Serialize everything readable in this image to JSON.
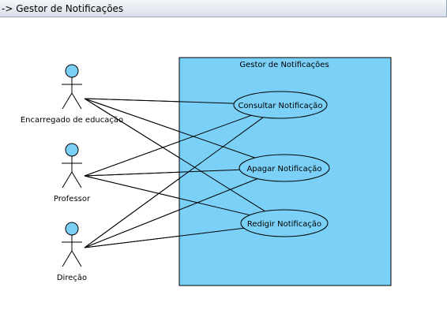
{
  "window": {
    "title": "-> Gestor de Notificações"
  },
  "diagram": {
    "system": {
      "name": "Gestor de Notificações",
      "fill": "#7ad0f6"
    },
    "actors": [
      {
        "id": "enc",
        "name": "Encarregado de educação"
      },
      {
        "id": "prof",
        "name": "Professor"
      },
      {
        "id": "dir",
        "name": "Direção"
      }
    ],
    "use_cases": [
      {
        "id": "consultar",
        "name": "Consultar Notificação"
      },
      {
        "id": "apagar",
        "name": "Apagar Notificação"
      },
      {
        "id": "redigir",
        "name": "Redigir Notificação"
      }
    ],
    "associations": [
      [
        "enc",
        "consultar"
      ],
      [
        "enc",
        "apagar"
      ],
      [
        "enc",
        "redigir"
      ],
      [
        "prof",
        "consultar"
      ],
      [
        "prof",
        "apagar"
      ],
      [
        "prof",
        "redigir"
      ],
      [
        "dir",
        "consultar"
      ],
      [
        "dir",
        "apagar"
      ],
      [
        "dir",
        "redigir"
      ]
    ],
    "colors": {
      "actor_head": "#7ad0f6",
      "line": "#000000"
    }
  }
}
